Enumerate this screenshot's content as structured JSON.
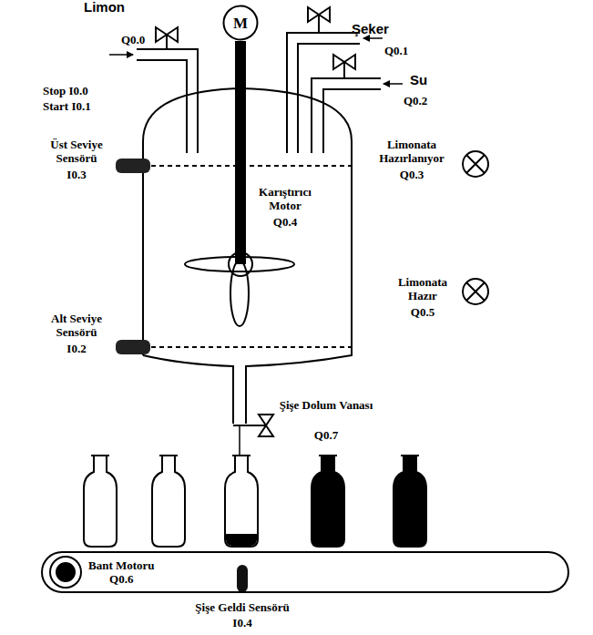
{
  "diagram": {
    "nodes": [
      {
        "text": [
          "M"
        ]
      },
      {
        "text": [
          "Bant Motoru",
          "Q0.6"
        ]
      }
    ],
    "labels": [
      "Limon",
      "Q0.0",
      "Şeker",
      "Q0.1",
      "Su",
      "Q0.2",
      "Stop I0.0",
      "Start I0.1",
      "Üst Seviye Sensörü",
      "I0.3",
      "Karıştırıcı Motor",
      "Q0.4",
      "Limonata Hazırlanıyor",
      "Q0.3",
      "Limonata Hazır",
      "Q0.5",
      "Alt Seviye Sensörü",
      "I0.2",
      "Şişe Dolum Vanası",
      "Q0.7",
      "Şişe Geldi Sensörü",
      "I0.4"
    ]
  }
}
